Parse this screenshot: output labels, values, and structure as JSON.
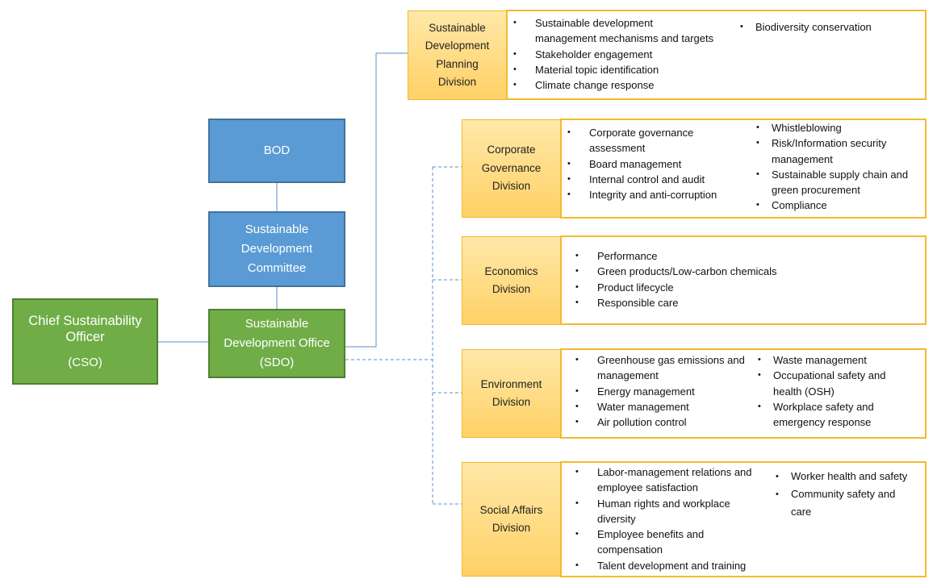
{
  "org": {
    "cso": {
      "line1": "Chief Sustainability",
      "line2": "Officer",
      "line3": "(CSO)"
    },
    "bod": "BOD",
    "committee": [
      "Sustainable",
      "Development",
      "Committee"
    ],
    "sdo": [
      "Sustainable",
      "Development Office",
      "(SDO)"
    ]
  },
  "divisions": {
    "planning": {
      "name": [
        "Sustainable",
        "Development",
        "Planning",
        "Division"
      ],
      "col1": [
        "Sustainable development",
        "management mechanisms and targets",
        "Stakeholder engagement",
        "Material topic identification",
        "Climate change response"
      ],
      "col2": [
        "Biodiversity conservation"
      ]
    },
    "governance": {
      "name": [
        "Corporate",
        "Governance",
        "Division"
      ],
      "col1": [
        "Corporate governance",
        "assessment",
        "Board management",
        "Internal control and audit",
        "Integrity and anti-corruption"
      ],
      "col2": [
        "Whistleblowing",
        "Risk/Information security",
        "management",
        "Sustainable supply chain and",
        "green procurement",
        "Compliance"
      ]
    },
    "economics": {
      "name": [
        "Economics",
        "Division"
      ],
      "col1": [
        "Performance",
        "Green products/Low-carbon chemicals",
        "Product lifecycle",
        "Responsible care"
      ]
    },
    "environment": {
      "name": [
        "Environment",
        "Division"
      ],
      "col1": [
        "Greenhouse gas emissions and",
        "management",
        "Energy management",
        "Water management",
        "Air pollution control"
      ],
      "col2": [
        "Waste management",
        "Occupational safety and",
        "health (OSH)",
        "Workplace safety and",
        "emergency response"
      ]
    },
    "social": {
      "name": [
        "Social Affairs",
        "Division"
      ],
      "col1": [
        "Labor-management relations and",
        "employee satisfaction",
        "Human rights and workplace",
        "diversity",
        "Employee benefits and",
        "compensation",
        "Talent development and training"
      ],
      "col2": [
        "Worker health and safety",
        "Community safety and",
        "care"
      ]
    }
  }
}
